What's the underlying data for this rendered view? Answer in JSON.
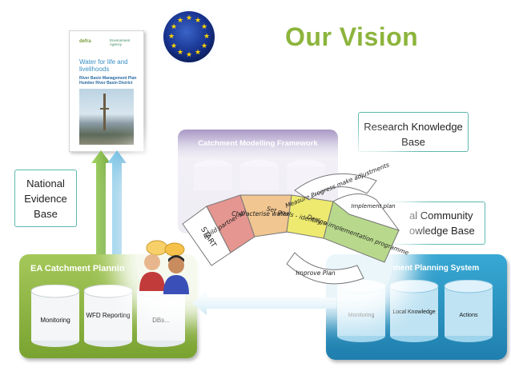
{
  "title": "Our Vision",
  "document": {
    "logo_left": "defra",
    "logo_right": "Environment Agency",
    "title": "Water for life and livelihoods",
    "subtitle": "River Basin Management Plan Humber River Basin District"
  },
  "boxes": {
    "research": "Research Knowledge Base",
    "national_line1": "National",
    "national_line2": "Evidence",
    "national_line3": "Base",
    "local_line1": "al Community",
    "local_line2": "owledge Base"
  },
  "panels": {
    "framework": "Catchment Modelling Framework",
    "ea": "EA Catchment Plannin",
    "local": "ment Planning System"
  },
  "ea_cylinders": [
    "Monitoring",
    "WFD Reporting",
    "DBs..."
  ],
  "local_cylinders": [
    "Monitoring",
    "Local Knowledge",
    "Actions"
  ],
  "cycle": {
    "start": "START",
    "steps": [
      "Build partner-ships",
      "Characterise watershed",
      "Set goals - identify solutions",
      "Design implementation programme",
      "Implement plan",
      "Measure Progress make adjustments",
      "Improve Plan"
    ],
    "colors": [
      "#e59690",
      "#f2c690",
      "#eeea6f",
      "#b8d98c",
      "#ffffff"
    ]
  },
  "colors": {
    "title": "#8cb43c",
    "ea_panel": "#8ab545",
    "local_panel": "#2d96c6",
    "framework_panel": "#6f58a0",
    "box_border": "#5db8ad"
  }
}
